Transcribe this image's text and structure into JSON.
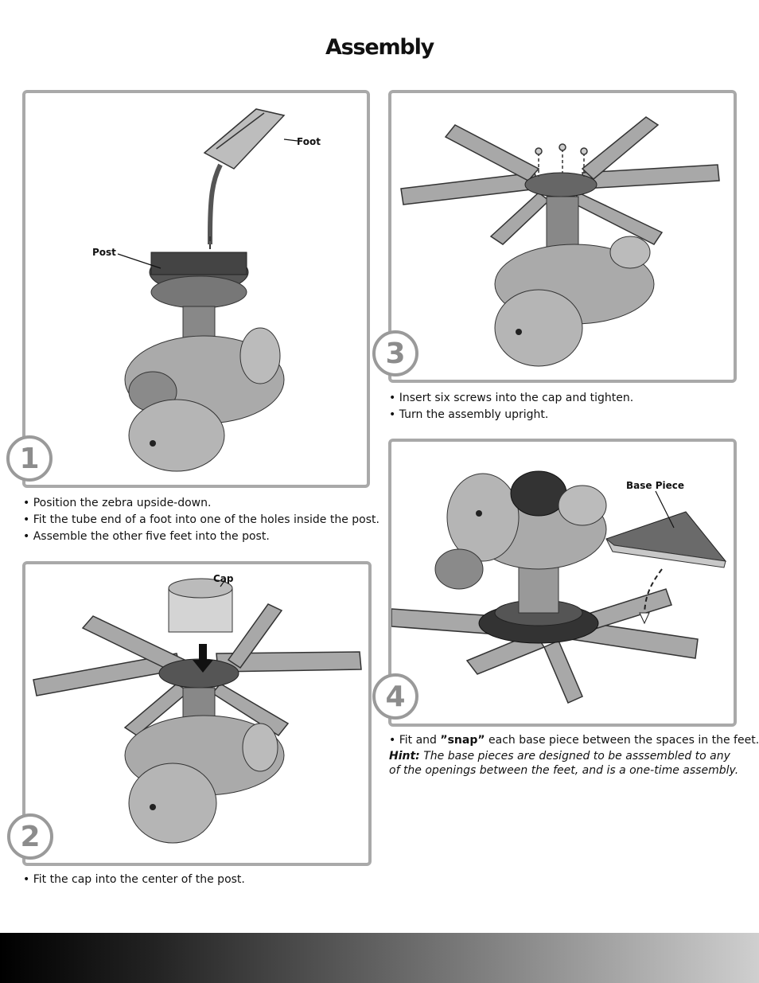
{
  "page": {
    "title": "Assembly"
  },
  "steps": [
    {
      "number": "1",
      "callouts": {
        "foot": "Foot",
        "post": "Post"
      },
      "instructions": [
        "Position the zebra upside-down.",
        "Fit the tube end of a foot into one of the holes inside the post.",
        "Assemble the other five feet into the post."
      ]
    },
    {
      "number": "2",
      "callouts": {
        "cap": "Cap"
      },
      "instructions": [
        "Fit the cap into the center of the post."
      ]
    },
    {
      "number": "3",
      "instructions": [
        "Insert six screws into the cap and tighten.",
        "Turn the assembly upright."
      ]
    },
    {
      "number": "4",
      "callouts": {
        "base_piece": "Base Piece"
      },
      "instruction_pre": "Fit and ",
      "instruction_emph": "”snap”",
      "instruction_post": " each base piece between the spaces in the feet.",
      "hint_label": "Hint:",
      "hint_text": " The base pieces are designed to be asssembled to any of the openings between the feet, and is a one-time assembly."
    }
  ]
}
